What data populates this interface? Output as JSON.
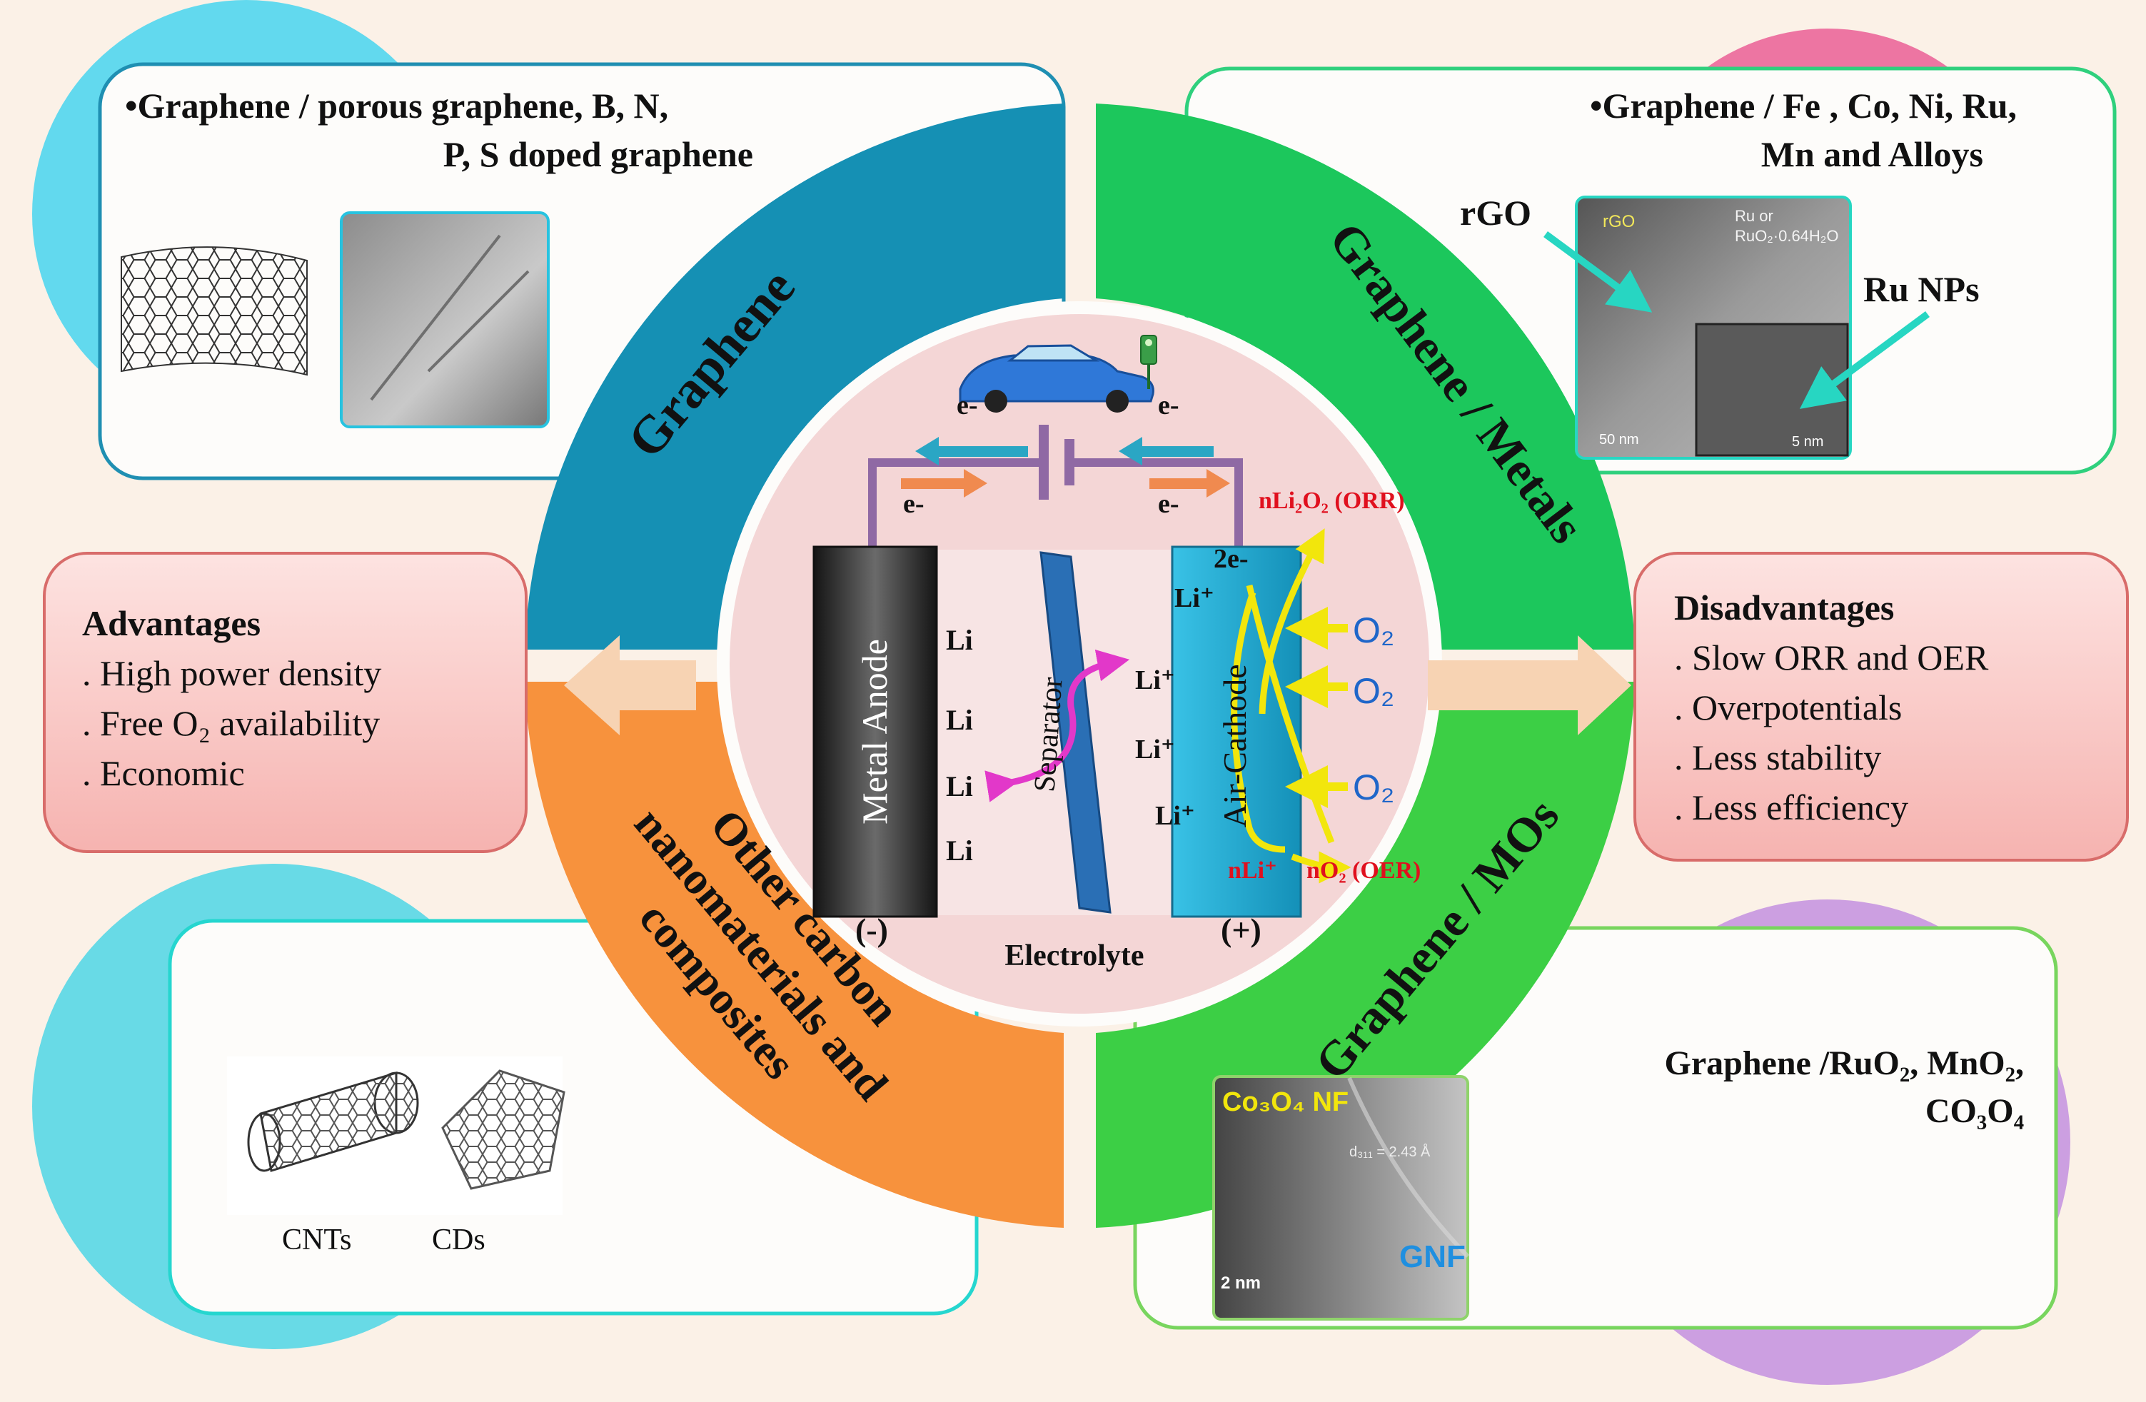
{
  "colors": {
    "background": "#fbf1e7",
    "graphene": "#1590b4",
    "graphene_metals": "#1cc75c",
    "graphene_mos": "#3ccf45",
    "other_carbon": "#f7923d",
    "center_disc": "#f4d6d6",
    "advantages_box": "#f9c8c6",
    "arrow": "#f7d3b3",
    "cathode": "#1aa6d0",
    "separator": "#2a6fb5",
    "ion_arrow": "#e238c9",
    "oxygen_arrow": "#f2e60c",
    "reaction_text": "#e0101e",
    "o2_text": "#1f66c9",
    "wire": "#8f69a4",
    "electron_left": "#2aa6c4",
    "electron_right": "#f08a4f"
  },
  "segments": {
    "graphene": "Graphene",
    "graphene_metals": "Graphene / Metals",
    "graphene_mos": "Graphene / MOs",
    "other_carbon": [
      "Other carbon",
      "nanomaterials and",
      "composites"
    ]
  },
  "panels": {
    "graphene": {
      "lines": [
        "•Graphene / porous graphene, B, N,",
        "P, S doped graphene"
      ]
    },
    "metals": {
      "lines": [
        "•Graphene / Fe , Co,  Ni, Ru,",
        "Mn and Alloys"
      ],
      "rgo_label": "rGO",
      "ru_label": "Ru NPs",
      "tem_rgo": "rGO",
      "tem_ru_line1": "Ru or",
      "tem_ru_line2": "RuO₂·0.64H₂O",
      "scale_a": "50 nm",
      "scale_b": "5 nm"
    },
    "mos": {
      "line1": "Graphene /RuO₂, MnO₂,",
      "line2": "CO₃O₄",
      "tem_title": "Co₃O₄ NF",
      "tem_gnf": "GNF",
      "tem_scale": "2 nm",
      "tem_d": "d₃₁₁ = 2.43 Å"
    },
    "other": {
      "cnts": "CNTs",
      "cds": "CDs"
    }
  },
  "advantages": {
    "title": "Advantages",
    "items": [
      ". High power  density",
      ". Free O₂ availability",
      ". Economic"
    ]
  },
  "disadvantages": {
    "title": "Disadvantages",
    "items": [
      ". Slow ORR and OER",
      ". Overpotentials",
      ".  Less stability",
      ".  Less efficiency"
    ]
  },
  "battery": {
    "anode": "Metal Anode",
    "separator": "Separator",
    "cathode": "Air-Cathode",
    "electrolyte": "Electrolyte",
    "neg": "(-)",
    "pos": "(+)",
    "e_minus": "e-",
    "two_e": "2e-",
    "li": "Li",
    "li_plus": "Li⁺",
    "o2": "O₂",
    "orr": "nLi₂O₂ (ORR)",
    "oer_a": "nLi⁺",
    "oer_b": "nO₂ (OER)"
  }
}
